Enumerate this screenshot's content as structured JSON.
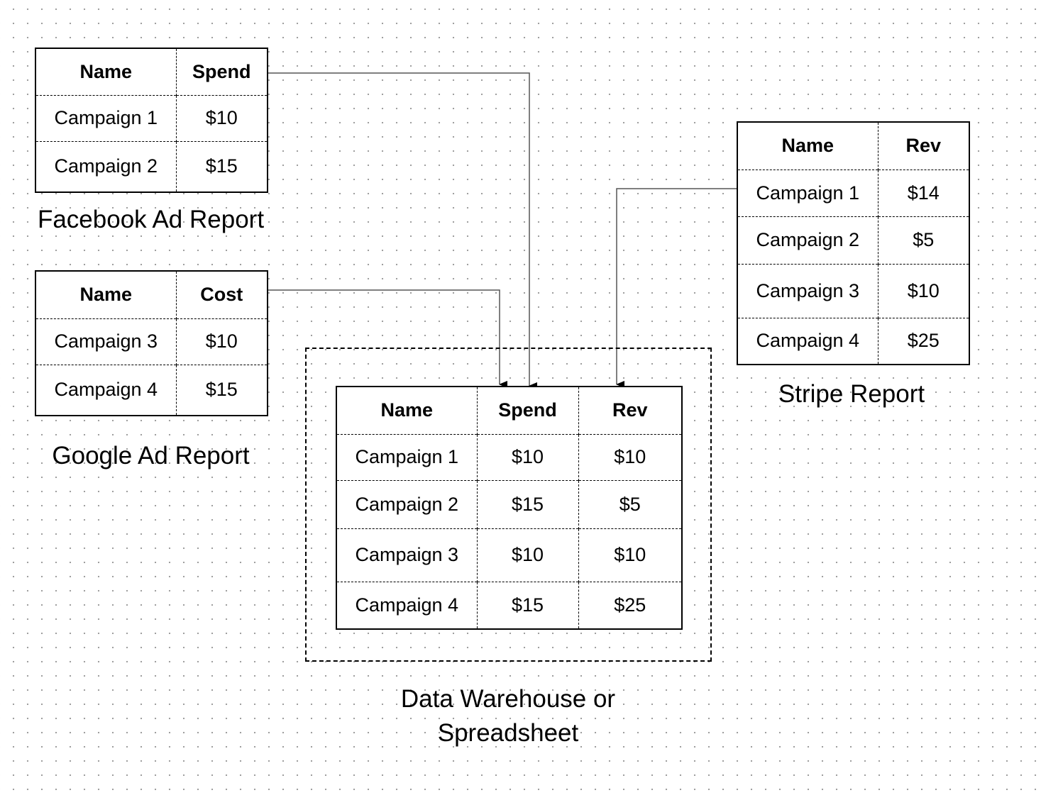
{
  "facebook": {
    "caption": "Facebook Ad Report",
    "headers": [
      "Name",
      "Spend"
    ],
    "rows": [
      [
        "Campaign 1",
        "$10"
      ],
      [
        "Campaign 2",
        "$15"
      ]
    ]
  },
  "google": {
    "caption": "Google Ad Report",
    "headers": [
      "Name",
      "Cost"
    ],
    "rows": [
      [
        "Campaign 3",
        "$10"
      ],
      [
        "Campaign 4",
        "$15"
      ]
    ]
  },
  "stripe": {
    "caption": "Stripe Report",
    "headers": [
      "Name",
      "Rev"
    ],
    "rows": [
      [
        "Campaign 1",
        "$14"
      ],
      [
        "Campaign 2",
        "$5"
      ],
      [
        "Campaign 3",
        "$10"
      ],
      [
        "Campaign 4",
        "$25"
      ]
    ]
  },
  "warehouse": {
    "caption_line1": "Data Warehouse or",
    "caption_line2": "Spreadsheet",
    "headers": [
      "Name",
      "Spend",
      "Rev"
    ],
    "rows": [
      [
        "Campaign 1",
        "$10",
        "$10"
      ],
      [
        "Campaign 2",
        "$15",
        "$5"
      ],
      [
        "Campaign 3",
        "$10",
        "$10"
      ],
      [
        "Campaign 4",
        "$15",
        "$25"
      ]
    ]
  }
}
